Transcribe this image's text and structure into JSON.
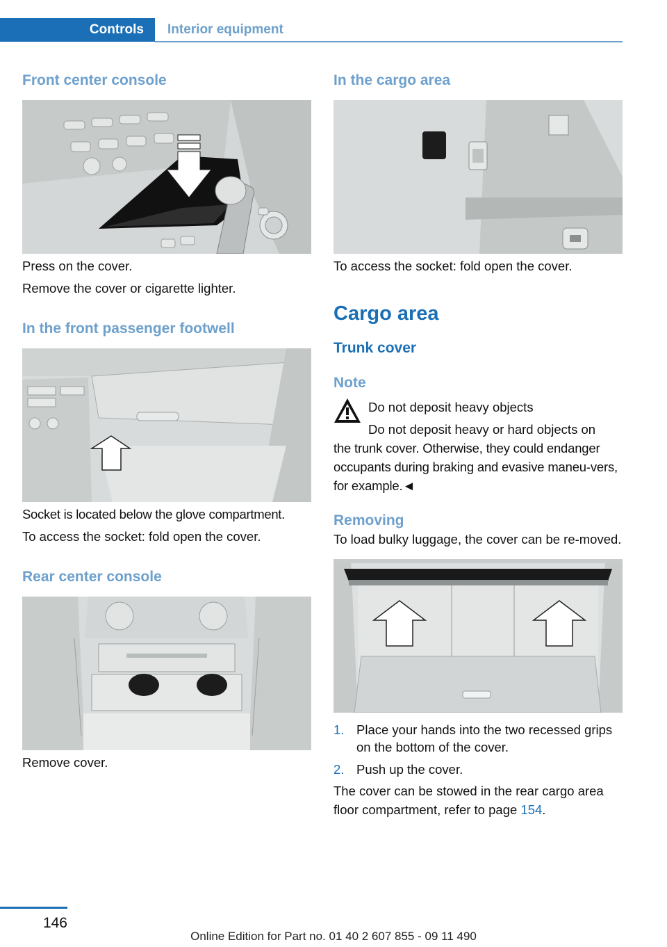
{
  "header": {
    "tab_active": "Controls",
    "tab_inactive": "Interior equipment"
  },
  "left": {
    "front_center": {
      "heading": "Front center console",
      "p1": "Press on the cover.",
      "p2": "Remove the cover or cigarette lighter."
    },
    "footwell": {
      "heading": "In the front passenger footwell",
      "p1": "Socket is located below the glove compartment.",
      "p2": "To access the socket: fold open the cover."
    },
    "rear_center": {
      "heading": "Rear center console",
      "p1": "Remove cover."
    }
  },
  "right": {
    "cargo_socket": {
      "heading": "In the cargo area",
      "p1": "To access the socket: fold open the cover."
    },
    "cargo_area": {
      "title": "Cargo area",
      "trunk_cover": "Trunk cover",
      "note_heading": "Note",
      "warning_title": "Do not deposit heavy objects",
      "warning_line1": "Do not deposit heavy or hard objects on",
      "warning_rest": "the trunk cover. Otherwise, they could endanger occupants during braking and evasive maneu-vers, for example.◄",
      "removing_heading": "Removing",
      "removing_intro": "To load bulky luggage, the cover can be re-moved.",
      "steps": [
        {
          "num": "1.",
          "text": "Place your hands into the two recessed grips on the bottom of the cover."
        },
        {
          "num": "2.",
          "text": "Push up the cover."
        }
      ],
      "stow_text": "The cover can be stowed in the rear cargo area floor compartment, refer to page",
      "stow_page": "154",
      "stow_end": "."
    }
  },
  "footer": {
    "page_number": "146",
    "edition": "Online Edition for Part no. 01 40 2 607 855 - 09 11 490"
  },
  "colors": {
    "accent": "#1a6fb6",
    "heading_light": "#6da0cc"
  }
}
